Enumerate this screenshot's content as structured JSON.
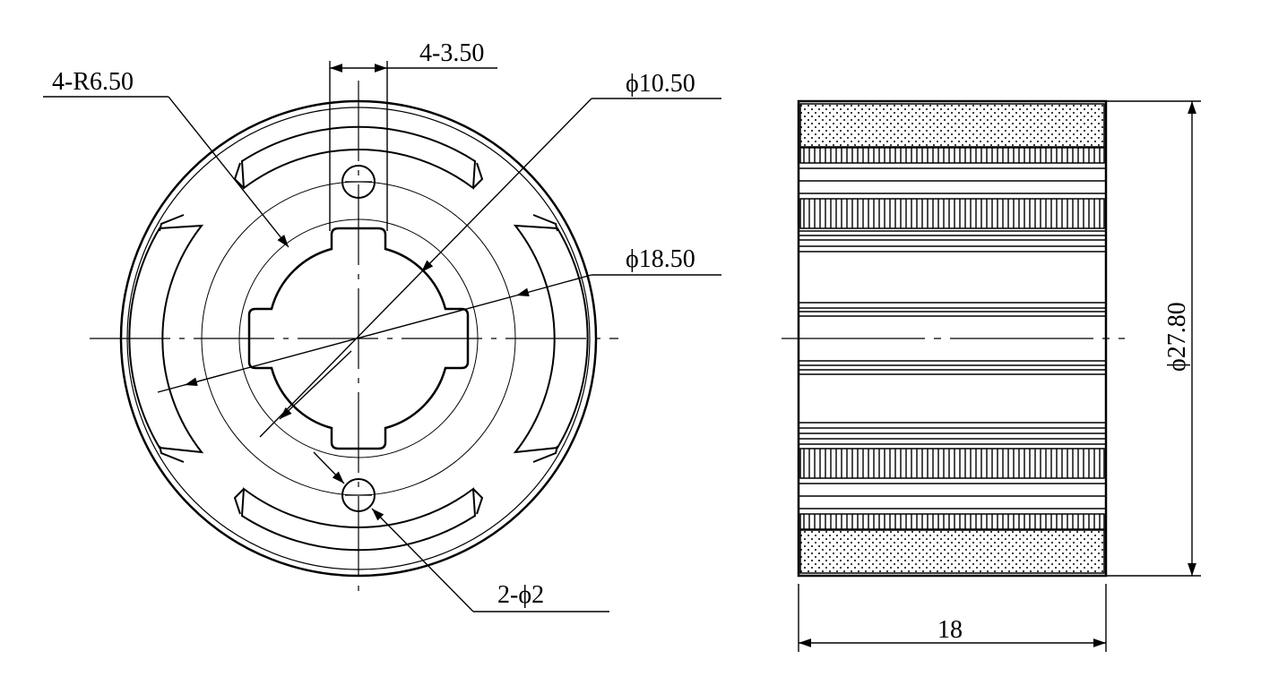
{
  "front_view": {
    "labels": {
      "slot_width": "4-3.50",
      "notch_radius": "4-R6.50",
      "inner_diameter": "ϕ10.50",
      "mid_diameter": "ϕ18.50",
      "holes": "2-ϕ2"
    }
  },
  "side_view": {
    "labels": {
      "outer_diameter": "ϕ27.80",
      "width": "18"
    }
  },
  "colors": {
    "ink": "#000000",
    "background": "#ffffff"
  }
}
